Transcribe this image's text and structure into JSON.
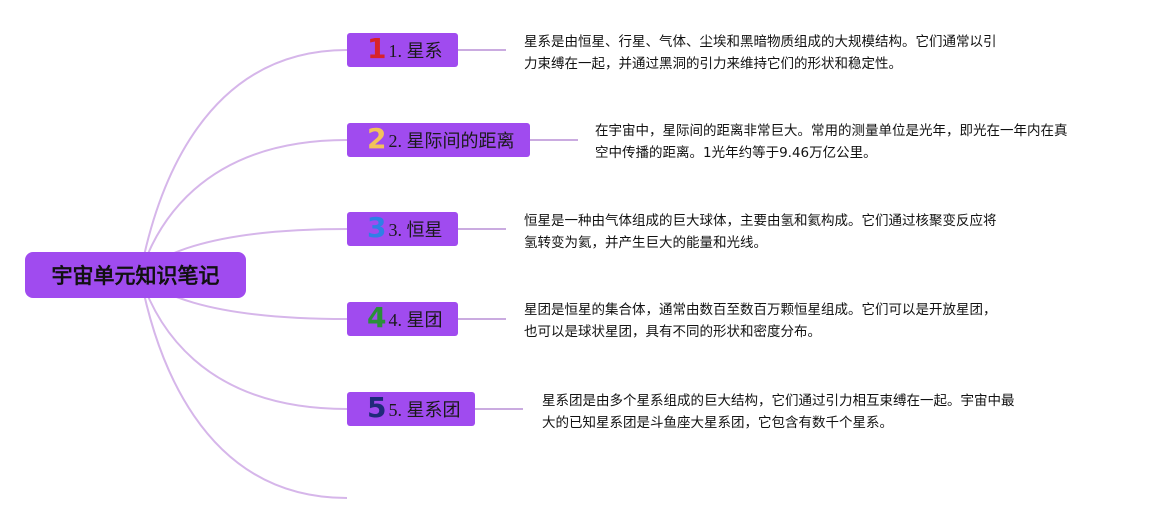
{
  "root": {
    "title": "宇宙单元知识笔记"
  },
  "colors": {
    "node_fill": "#a04bef",
    "branch_line": "#d6b6ea",
    "connector": "#b98fd6"
  },
  "topics": [
    {
      "num": "1",
      "num_color": "#d8232a",
      "label": "1. 星系",
      "desc": "星系是由恒星、行星、气体、尘埃和黑暗物质组成的大规模结构。它们通常以引\n力束缚在一起，并通过黑洞的引力来维持它们的形状和稳定性。"
    },
    {
      "num": "2",
      "num_color": "#f2c25a",
      "label": "2. 星际间的距离",
      "desc": "在宇宙中，星际间的距离非常巨大。常用的测量单位是光年，即光在一年内在真\n空中传播的距离。1光年约等于9.46万亿公里。"
    },
    {
      "num": "3",
      "num_color": "#2f7fe6",
      "label": "3. 恒星",
      "desc": "恒星是一种由气体组成的巨大球体，主要由氢和氦构成。它们通过核聚变反应将\n氢转变为氦，并产生巨大的能量和光线。"
    },
    {
      "num": "4",
      "num_color": "#2a8f3a",
      "label": "4. 星团",
      "desc": "星团是恒星的集合体，通常由数百至数百万颗恒星组成。它们可以是开放星团，\n也可以是球状星团，具有不同的形状和密度分布。"
    },
    {
      "num": "5",
      "num_color": "#1f2a7a",
      "label": "5. 星系团",
      "desc": "星系团是由多个星系组成的巨大结构，它们通过引力相互束缚在一起。宇宙中最\n大的已知星系团是斗鱼座大星系团，它包含有数千个星系。"
    }
  ]
}
